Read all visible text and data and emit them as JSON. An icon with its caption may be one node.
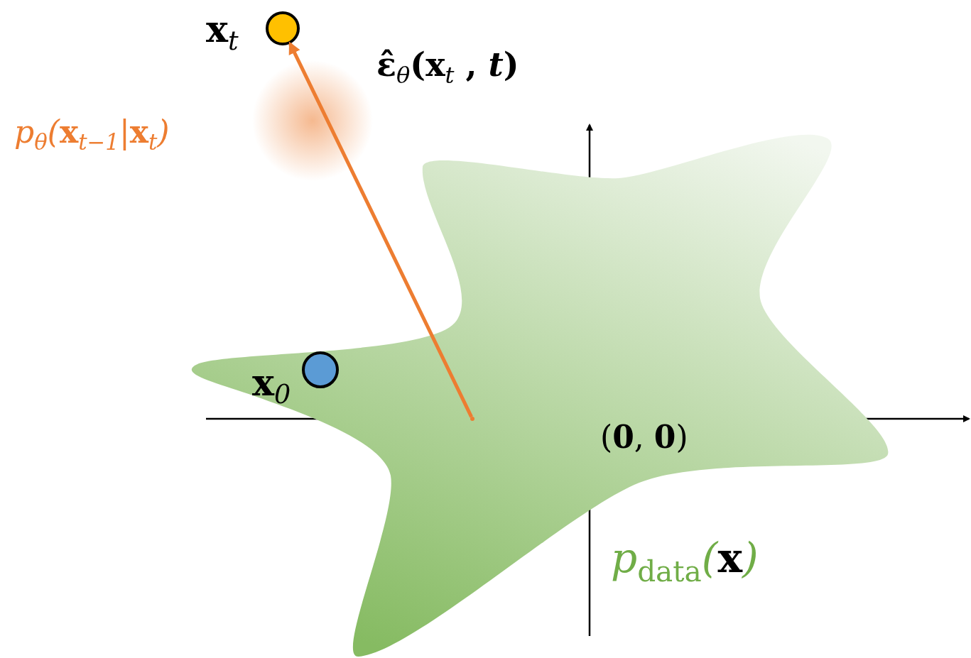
{
  "diagram": {
    "nodes": [
      {
        "text": [],
        "shape": "circle",
        "beside": [
          "**x**$_{t}$"
        ]
      },
      {
        "text": [],
        "shape": "circle",
        "beside": [
          "**x**$_{0}$"
        ],
        "in": 2
      },
      {
        "text": [],
        "shape": "star",
        "beside": [
          "p$_{data}$(**x**)"
        ]
      },
      {
        "text": [],
        "shape": "dot",
        "in": 2
      }
    ],
    "edges": [
      {
        "from": 3,
        "to": 0,
        "arrow": "to",
        "color": "#ed7d31"
      }
    ],
    "labels": [
      "ε̂$_{θ}$(**x**$_{t}$ , *t*)",
      "p$_{θ}$(**x**$_{t−1}$|**x**$_{t}$)",
      "(**0**, **0**)"
    ]
  }
}
